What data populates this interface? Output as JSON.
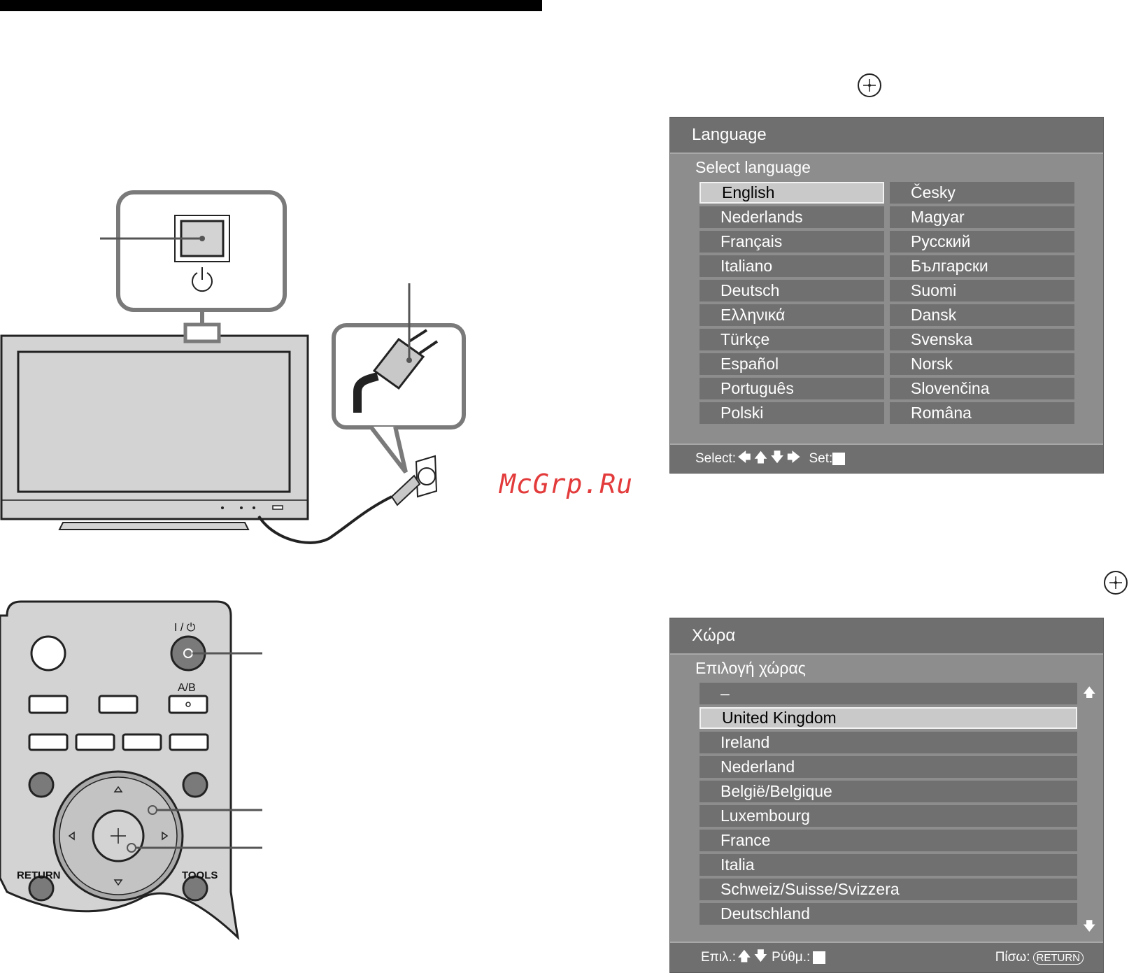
{
  "watermark": "McGrp.Ru",
  "language_menu": {
    "title": "Language",
    "subtitle": "Select language",
    "selected": "English",
    "left_column": [
      "English",
      "Nederlands",
      "Français",
      "Italiano",
      "Deutsch",
      "Ελληνικά",
      "Türkçe",
      "Español",
      "Português",
      "Polski"
    ],
    "right_column": [
      "Česky",
      "Magyar",
      "Русский",
      "Български",
      "Suomi",
      "Dansk",
      "Svenska",
      "Norsk",
      "Slovenčina",
      "Româna"
    ],
    "footer_select": "Select:",
    "footer_set": "Set:"
  },
  "country_menu": {
    "title": "Χώρα",
    "subtitle": "Επιλογή χώρας",
    "selected": "United Kingdom",
    "items": [
      "–",
      "United Kingdom",
      "Ireland",
      "Nederland",
      "België/Belgique",
      "Luxembourg",
      "France",
      "Italia",
      "Schweiz/Suisse/Svizzera",
      "Deutschland"
    ],
    "footer_select": "Επιλ.:",
    "footer_set": "Ρύθμ.:",
    "footer_back": "Πίσω:",
    "footer_return_badge": "RETURN"
  },
  "remote": {
    "power_label": "I / ⏻",
    "ab_label": "A/B",
    "return_label": "RETURN",
    "tools_label": "TOOLS"
  },
  "colors": {
    "osd_bg": "#8d8d8d",
    "osd_header": "#6f6f6f",
    "cell": "#707070",
    "watermark": "#e33b3b"
  }
}
